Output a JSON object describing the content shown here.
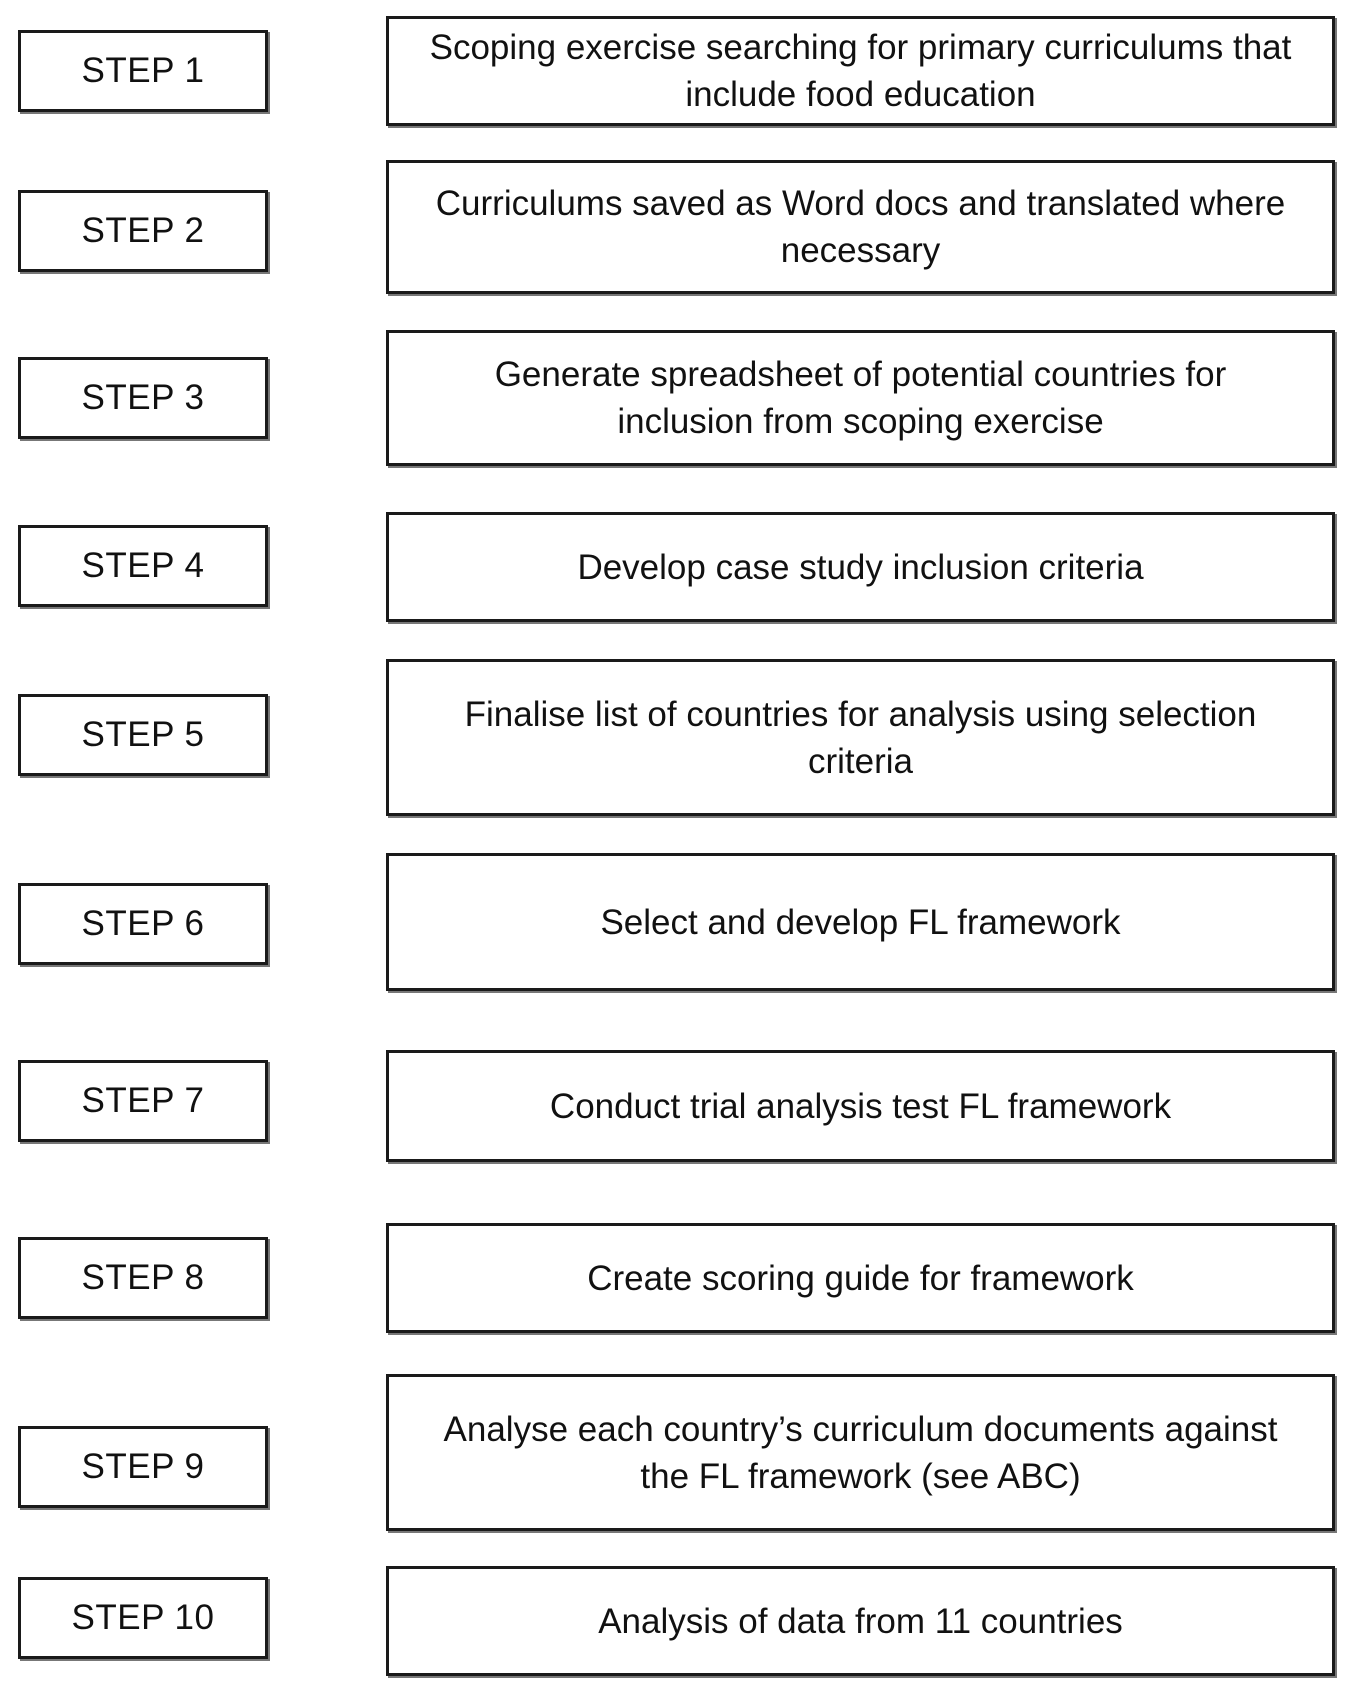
{
  "steps": [
    {
      "label": "STEP 1",
      "description": "Scoping exercise searching for primary curriculums that include food education"
    },
    {
      "label": "STEP 2",
      "description": "Curriculums saved as Word docs and translated where necessary"
    },
    {
      "label": "STEP 3",
      "description": "Generate spreadsheet of potential countries for inclusion from scoping exercise"
    },
    {
      "label": "STEP 4",
      "description": "Develop case study inclusion criteria"
    },
    {
      "label": "STEP 5",
      "description": "Finalise list of countries for analysis using selection criteria"
    },
    {
      "label": "STEP 6",
      "description": "Select and develop FL framework"
    },
    {
      "label": "STEP 7",
      "description": "Conduct trial analysis test FL framework"
    },
    {
      "label": "STEP 8",
      "description": "Create scoring guide for framework"
    },
    {
      "label": "STEP 9",
      "description": "Analyse each country’s curriculum documents against the FL framework (see ABC)"
    },
    {
      "label": "STEP 10",
      "description": "Analysis of data from 11 countries"
    }
  ]
}
